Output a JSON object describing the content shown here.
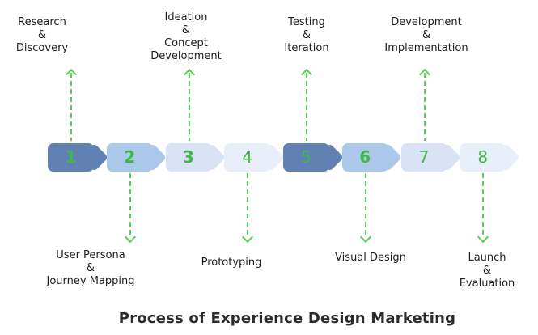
{
  "title": "Process of Experience Design Marketing",
  "colors": {
    "arrow_green": "#57cf57",
    "number_green": "#3eb944",
    "chevron_dark": "#6181b2",
    "chevron_medium": "#abc7e9",
    "chevron_light": "#d8e3f5",
    "chevron_lightest": "#e9effa",
    "label_text": "#1e1e1e",
    "title_text": "#2b2b2b"
  },
  "steps": [
    {
      "number": "1",
      "fill": "#6181b2",
      "number_bold": true,
      "label_position": "above",
      "label_lines": [
        "Research",
        "&",
        "Discovery"
      ]
    },
    {
      "number": "2",
      "fill": "#abc7e9",
      "number_bold": true,
      "label_position": "below",
      "label_lines": [
        "User Persona",
        "&",
        "Journey Mapping"
      ]
    },
    {
      "number": "3",
      "fill": "#d8e3f5",
      "number_bold": true,
      "label_position": "above",
      "label_lines": [
        "Ideation",
        "&",
        "Concept",
        "Development"
      ]
    },
    {
      "number": "4",
      "fill": "#e9effa",
      "number_bold": false,
      "label_position": "below",
      "label_lines": [
        "Prototyping"
      ]
    },
    {
      "number": "5",
      "fill": "#6181b2",
      "number_bold": false,
      "label_position": "above",
      "label_lines": [
        "Testing",
        "&",
        "Iteration"
      ]
    },
    {
      "number": "6",
      "fill": "#abc7e9",
      "number_bold": true,
      "label_position": "below",
      "label_lines": [
        "Visual Design"
      ]
    },
    {
      "number": "7",
      "fill": "#d8e3f5",
      "number_bold": false,
      "label_position": "above",
      "label_lines": [
        "Development",
        "&",
        "Implementation"
      ]
    },
    {
      "number": "8",
      "fill": "#e9effa",
      "number_bold": false,
      "label_position": "below",
      "label_lines": [
        "Launch",
        "&",
        "Evaluation"
      ]
    }
  ]
}
